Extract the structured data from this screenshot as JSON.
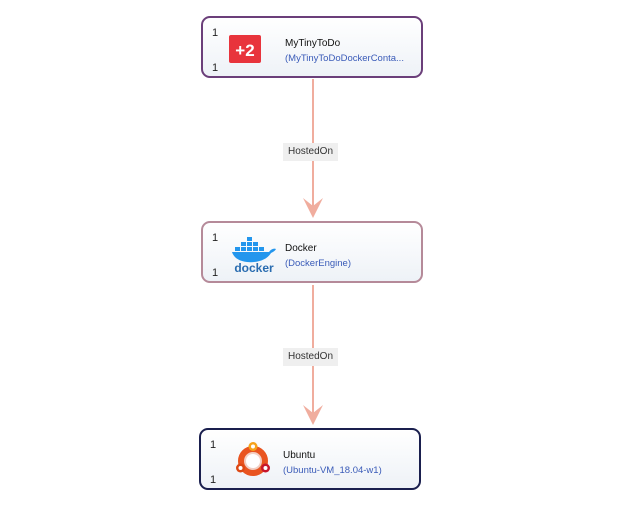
{
  "diagram": {
    "nodes": [
      {
        "name": "MyTinyToDo",
        "type": "(MyTinyToDoDockerConta...",
        "count_top": "1",
        "count_bottom": "1",
        "icon": "plus-two-icon",
        "icon_text": "+2",
        "border_color": "#6b3f7a"
      },
      {
        "name": "Docker",
        "type": "(DockerEngine)",
        "count_top": "1",
        "count_bottom": "1",
        "icon": "docker-logo-icon",
        "icon_text": "docker",
        "border_color": "#b58a99"
      },
      {
        "name": "Ubuntu",
        "type": "(Ubuntu-VM_18.04-w1)",
        "count_top": "1",
        "count_bottom": "1",
        "icon": "ubuntu-logo-icon",
        "border_color": "#1a1f4e"
      }
    ],
    "edges": [
      {
        "label": "HostedOn",
        "from": "MyTinyToDo",
        "to": "Docker"
      },
      {
        "label": "HostedOn",
        "from": "Docker",
        "to": "Ubuntu"
      }
    ],
    "colors": {
      "edge": "#f0ad9e",
      "subtitle": "#3a5bb8",
      "plus_two_bg": "#e8343c",
      "docker_blue": "#2396ed",
      "ubuntu_orange": "#e95420"
    }
  }
}
